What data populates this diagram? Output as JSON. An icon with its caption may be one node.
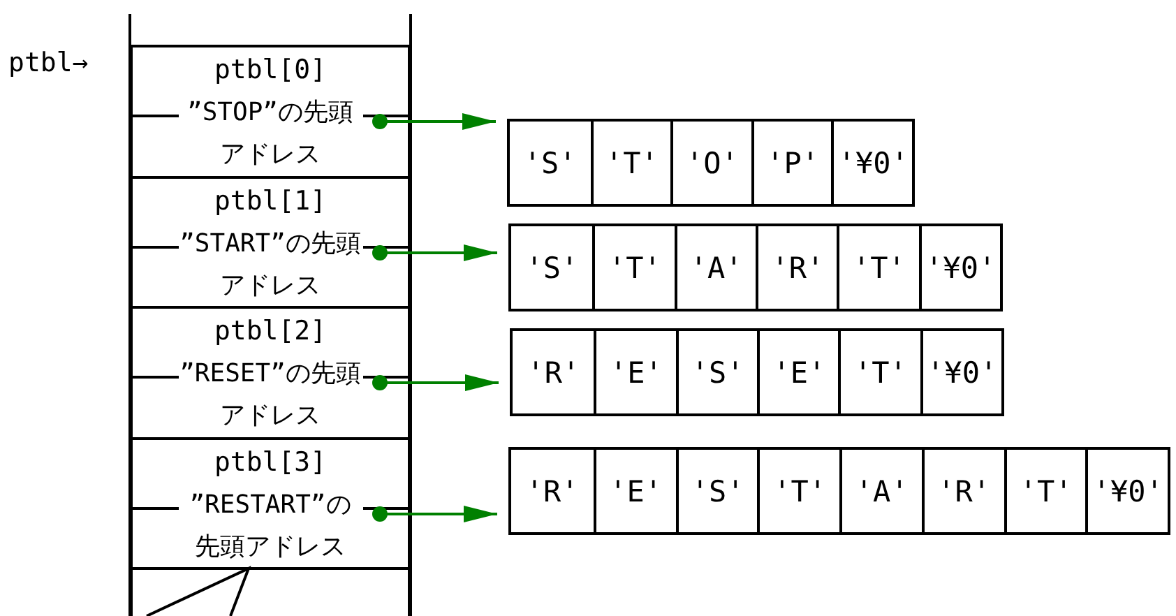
{
  "diagram": {
    "nodes": [
      {
        "text": [
          "ptbl[0]",
          "”STOP”の先頭アドレス"
        ]
      },
      {
        "text": [
          "ptbl[1]",
          "”START”の先頭アドレス"
        ]
      },
      {
        "text": [
          "ptbl[2]",
          "”RESET”の先頭アドレス"
        ]
      },
      {
        "text": [
          "ptbl[3]",
          "”RESTART”の先頭アドレス"
        ]
      },
      {
        "text": [],
        "shape": "box"
      },
      {
        "text": [],
        "shape": "box"
      },
      {
        "text": [
          "'S'"
        ],
        "in": 5
      },
      {
        "text": [
          "'T'"
        ],
        "in": 5
      },
      {
        "text": [
          "'O'"
        ],
        "in": 5
      },
      {
        "text": [
          "'P'"
        ],
        "in": 5
      },
      {
        "text": [
          "'¥0'"
        ],
        "in": 5
      },
      {
        "text": [],
        "shape": "box"
      },
      {
        "text": [
          "'S'"
        ],
        "in": 11
      },
      {
        "text": [
          "'T'"
        ],
        "in": 11
      },
      {
        "text": [
          "'A'"
        ],
        "in": 11
      },
      {
        "text": [
          "'R'"
        ],
        "in": 11
      },
      {
        "text": [
          "'T'"
        ],
        "in": 11
      },
      {
        "text": [
          "'¥0'"
        ],
        "in": 11
      },
      {
        "text": [],
        "shape": "box"
      },
      {
        "text": [
          "'R'"
        ],
        "in": 18
      },
      {
        "text": [
          "'E'"
        ],
        "in": 18
      },
      {
        "text": [
          "'S'"
        ],
        "in": 18
      },
      {
        "text": [
          "'E'"
        ],
        "in": 18
      },
      {
        "text": [
          "'T'"
        ],
        "in": 18
      },
      {
        "text": [
          "'¥0'"
        ],
        "in": 18
      },
      {
        "text": [],
        "shape": "box"
      },
      {
        "text": [
          "'R'"
        ],
        "in": 25
      },
      {
        "text": [
          "'E'"
        ],
        "in": 25
      },
      {
        "text": [
          "'S'"
        ],
        "in": 25
      },
      {
        "text": [
          "'T'"
        ],
        "in": 25
      },
      {
        "text": [
          "'A'"
        ],
        "in": 25
      },
      {
        "text": [
          "'R'"
        ],
        "in": 25
      },
      {
        "text": [
          "'T'"
        ],
        "in": 25
      },
      {
        "text": [
          "'¥0'"
        ],
        "in": 25
      }
    ],
    "edges": [
      {
        "from": 0,
        "to": 5,
        "arrow": "to",
        "color": "#008000"
      },
      {
        "from": 1,
        "to": 11,
        "arrow": "to",
        "color": "#008000"
      },
      {
        "from": 2,
        "to": 18,
        "arrow": "to",
        "color": "#008000"
      },
      {
        "from": 3,
        "to": 25,
        "arrow": "to",
        "color": "#008000"
      }
    ],
    "labels": [
      "ptbl→"
    ]
  }
}
